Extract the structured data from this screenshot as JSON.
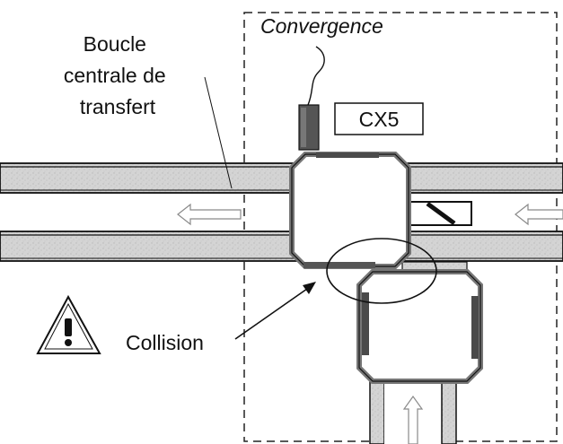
{
  "diagram": {
    "zone_label": "Convergence",
    "loop_label_lines": [
      "Boucle",
      "centrale de",
      "transfert"
    ],
    "sensor_label": "CX5",
    "collision_label": "Collision"
  },
  "icons": {
    "warning": "warning-triangle-icon",
    "flow_left": "arrow-left-icon",
    "flow_up": "arrow-up-icon",
    "sensor": "sensor-icon"
  },
  "colors": {
    "rail_fill": "#d6d6d6",
    "rail_edge": "#111111",
    "shuttle_fill": "#ffffff",
    "contact_strip": "#4a4a4a",
    "zone_border": "#222222"
  }
}
